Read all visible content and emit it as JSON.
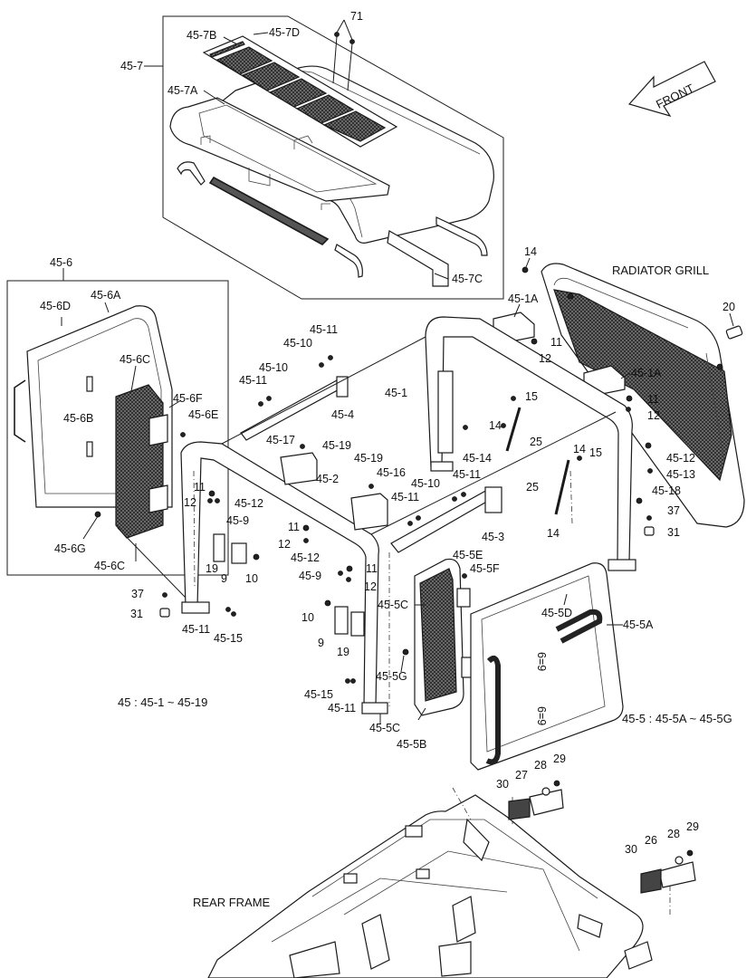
{
  "labels": {
    "l_71": "71",
    "l_45_7b": "45-7B",
    "l_45_7d": "45-7D",
    "l_45_7": "45-7",
    "l_45_7a": "45-7A",
    "l_45_7c": "45-7C",
    "l_front": "FRONT",
    "l_14_top": "14",
    "l_radiator": "RADIATOR GRILL",
    "l_20": "20",
    "l_45_6": "45-6",
    "l_45_6d": "45-6D",
    "l_45_6a": "45-6A",
    "l_45_6c_top": "45-6C",
    "l_45_6f": "45-6F",
    "l_45_6e": "45-6E",
    "l_45_6b": "45-6B",
    "l_45_6g": "45-6G",
    "l_45_6c_bot": "45-6C",
    "l_45_1a_top": "45-1A",
    "l_11_a": "11",
    "l_12_a": "12",
    "l_45_1a_mid": "45-1A",
    "l_11_b": "11",
    "l_12_b": "12",
    "l_45_11_a": "45-11",
    "l_45_10_a": "45-10",
    "l_45_11_b": "45-11",
    "l_45_10_b": "45-10",
    "l_45_4": "45-4",
    "l_45_1": "45-1",
    "l_15_a": "15",
    "l_14_a": "14",
    "l_25_a": "25",
    "l_45_14": "45-14",
    "l_45_17": "45-17",
    "l_45_19_a": "45-19",
    "l_45_2": "45-2",
    "l_45_19_b": "45-19",
    "l_45_16": "45-16",
    "l_45_11_c": "45-11",
    "l_45_10_c": "45-10",
    "l_45_11_d": "45-11",
    "l_45_3": "45-3",
    "l_11_c": "11",
    "l_12_c": "12",
    "l_45_12_a": "45-12",
    "l_45_9_a": "45-9",
    "l_11_d": "11",
    "l_12_d": "12",
    "l_45_12_b": "45-12",
    "l_45_9_b": "45-9",
    "l_11_e": "11",
    "l_12_e": "12",
    "l_19_a": "19",
    "l_9_a": "9",
    "l_10_a": "10",
    "l_14_b": "14",
    "l_15_b": "15",
    "l_25_b": "25",
    "l_14_c": "14",
    "l_45_12_c": "45-12",
    "l_45_13": "45-13",
    "l_45_18": "45-18",
    "l_37_a": "37",
    "l_31_a": "31",
    "l_45_5e": "45-5E",
    "l_45_5f": "45-5F",
    "l_45_5c_top": "45-5C",
    "l_45_5d": "45-5D",
    "l_45_5a": "45-5A",
    "l_37_b": "37",
    "l_31_b": "31",
    "l_45_11_e": "45-11",
    "l_45_15_a": "45-15",
    "l_10_b": "10",
    "l_9_b": "9",
    "l_19_b": "19",
    "l_45_5g": "45-5G",
    "l_45_15_b": "45-15",
    "l_45_11_f": "45-11",
    "l_45_5c_bot": "45-5C",
    "l_45_5b": "45-5B",
    "l_45_range": "45 : 45-1 ~ 45-19",
    "l_45_5_range": "45-5 : 45-5A ~ 45-5G",
    "l_28_a": "28",
    "l_29_a": "29",
    "l_27": "27",
    "l_30_a": "30",
    "l_26": "26",
    "l_28_b": "28",
    "l_29_b": "29",
    "l_30_b": "30",
    "l_rear_frame": "REAR FRAME"
  }
}
